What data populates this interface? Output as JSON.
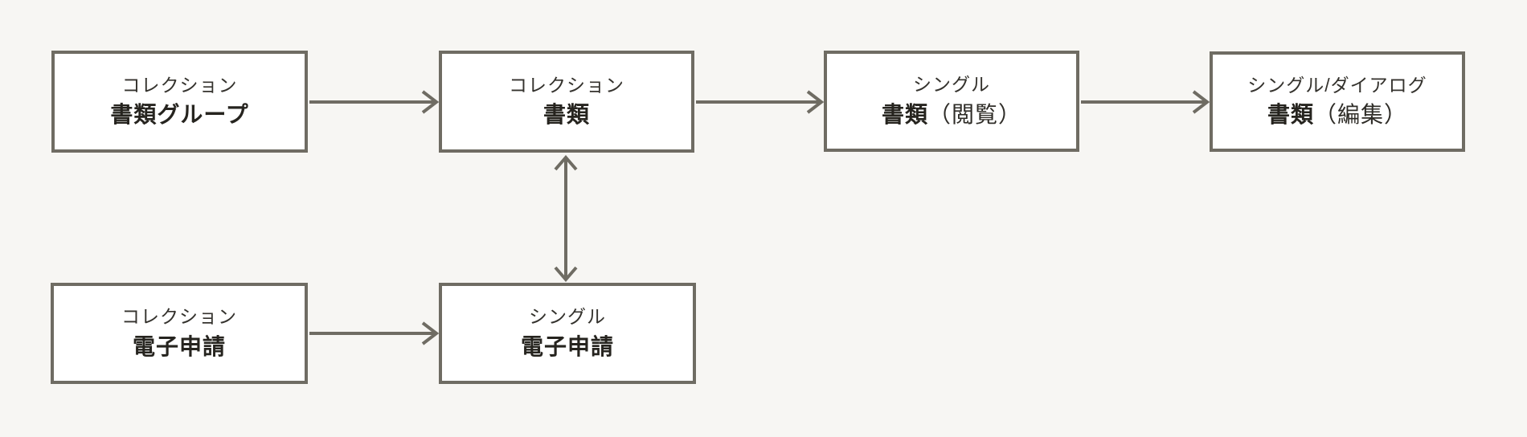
{
  "colors": {
    "page_background": "#f7f6f3",
    "box_background": "#ffffff",
    "border_and_arrows": "#6f6c63",
    "text_dark": "#26241f"
  },
  "diagram": {
    "nodes": [
      {
        "id": "doc-group",
        "type_label": "コレクション",
        "title": "書類グループ",
        "title_suffix": ""
      },
      {
        "id": "documents",
        "type_label": "コレクション",
        "title": "書類",
        "title_suffix": ""
      },
      {
        "id": "doc-view",
        "type_label": "シングル",
        "title": "書類",
        "title_suffix": "（閲覧）"
      },
      {
        "id": "doc-edit",
        "type_label": "シングル/ダイアログ",
        "title": "書類",
        "title_suffix": "（編集）"
      },
      {
        "id": "eapp-collection",
        "type_label": "コレクション",
        "title": "電子申請",
        "title_suffix": ""
      },
      {
        "id": "eapp-single",
        "type_label": "シングル",
        "title": "電子申請",
        "title_suffix": ""
      }
    ],
    "edges": [
      {
        "from": "doc-group",
        "to": "documents",
        "direction": "right"
      },
      {
        "from": "documents",
        "to": "doc-view",
        "direction": "right"
      },
      {
        "from": "doc-view",
        "to": "doc-edit",
        "direction": "right"
      },
      {
        "from": "eapp-collection",
        "to": "eapp-single",
        "direction": "right"
      },
      {
        "from": "documents",
        "to": "eapp-single",
        "direction": "both"
      }
    ]
  }
}
